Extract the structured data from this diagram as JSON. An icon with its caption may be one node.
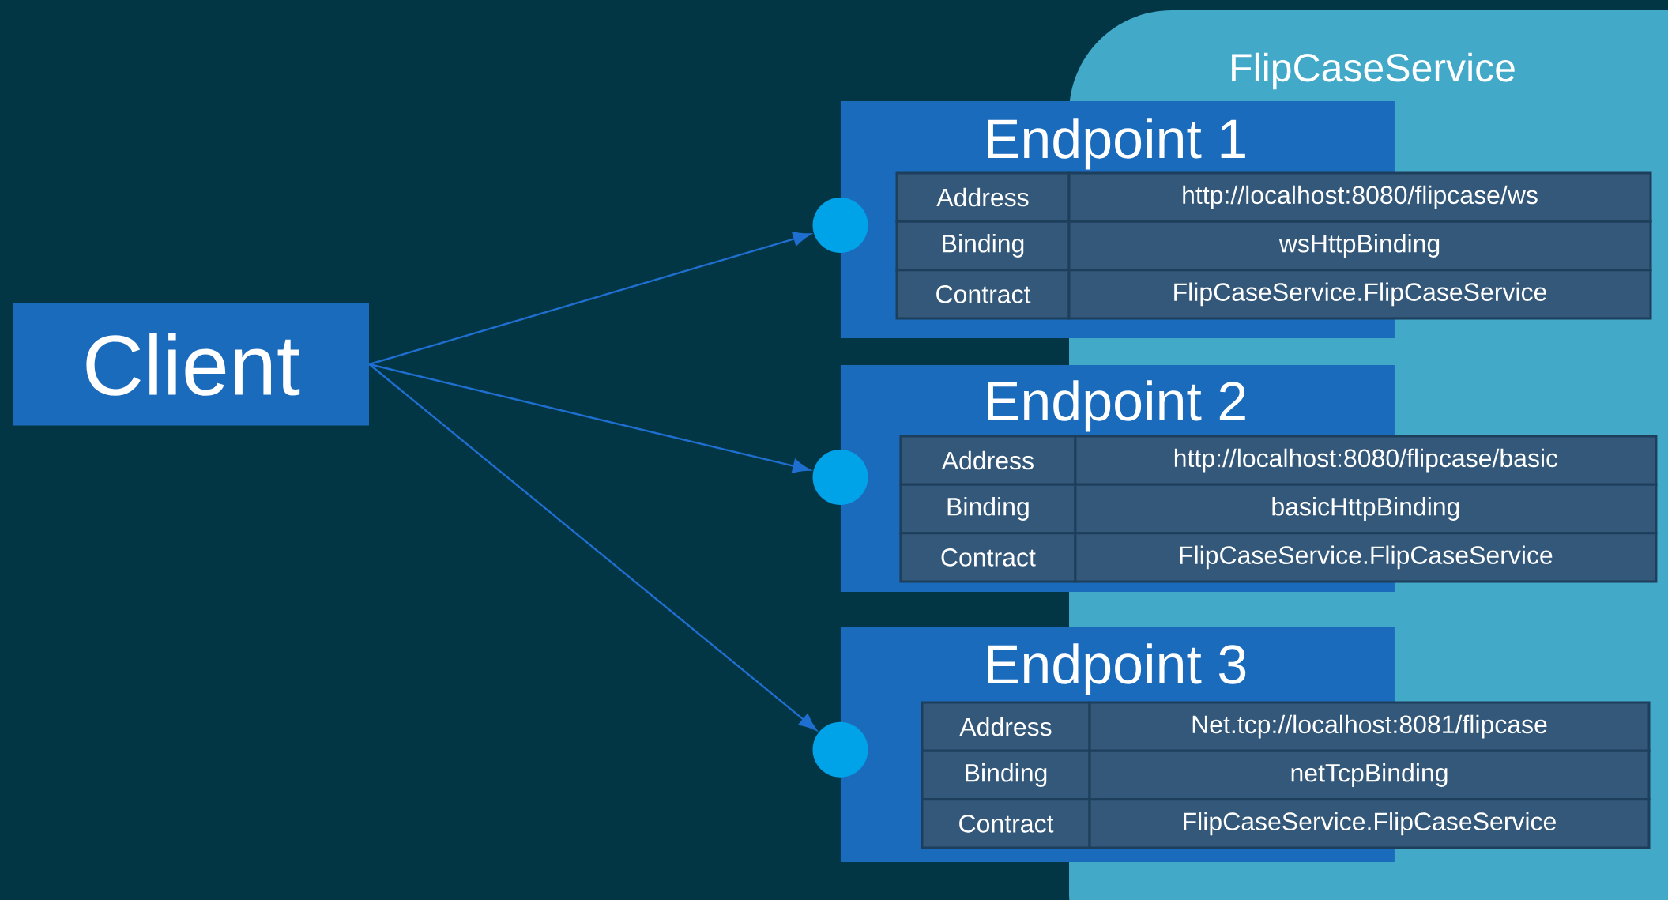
{
  "diagram": {
    "nodes": [
      {
        "text": [
          "FlipCaseService"
        ]
      },
      {
        "text": [
          "Client"
        ]
      },
      {
        "text": [
          "Endpoint 1"
        ]
      },
      {
        "text": [],
        "shape": "circle",
        "in": 2
      },
      {
        "text": [
          "Endpoint 2"
        ]
      },
      {
        "text": [],
        "shape": "circle",
        "in": 4
      },
      {
        "text": [
          "Endpoint 3"
        ]
      },
      {
        "text": [],
        "shape": "circle",
        "in": 6
      }
    ],
    "edges": [
      {
        "from": 1,
        "to": 3,
        "arrow": "to"
      },
      {
        "from": 1,
        "to": 5,
        "arrow": "to"
      },
      {
        "from": 1,
        "to": 7,
        "arrow": "to"
      }
    ],
    "labels": [
      "Address",
      "http://localhost:8080/flipcase/ws",
      "Binding",
      "wsHttpBinding",
      "Contract",
      "FlipCaseService.FlipCaseService",
      "Address",
      "http://localhost:8080/flipcase/basic",
      "Binding",
      "basicHttpBinding",
      "Contract",
      "FlipCaseService.FlipCaseService",
      "Address",
      "Net.tcp://localhost:8081/flipcase",
      "Binding",
      "netTcpBinding",
      "Contract",
      "FlipCaseService.FlipCaseService"
    ]
  }
}
